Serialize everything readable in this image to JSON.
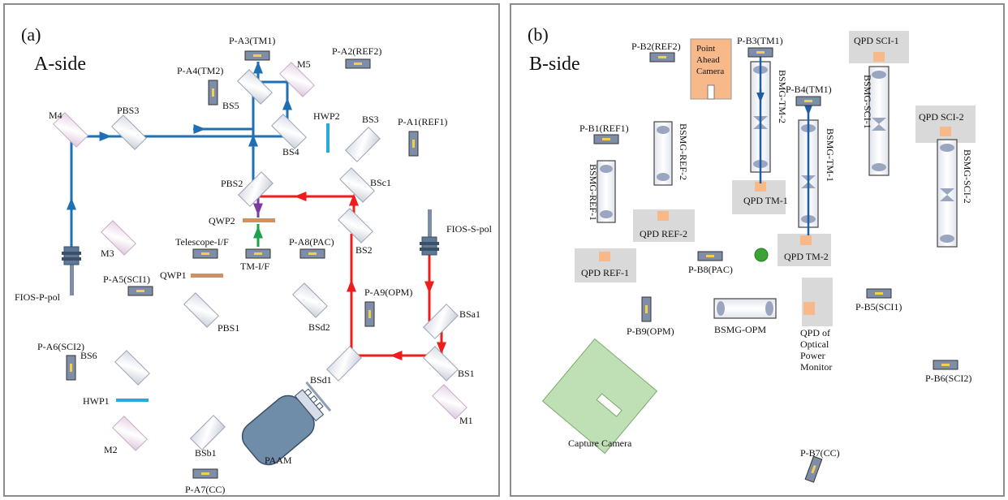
{
  "colors": {
    "beam_blue": "#1f6fb3",
    "beam_red": "#ee1c1c",
    "beam_purple": "#7b3aa0",
    "beam_green": "#1aa34a",
    "waveplate_orange": "#d68f5a",
    "hwp_cyan": "#2aa9df",
    "photodiode": "#7f8ea8",
    "qpd_gray": "#d9d9d9",
    "qpd_sensor": "#f7b98a",
    "camera_orange": "#f7b98a",
    "capture_green": "#bfe0b4",
    "paam": "#6f8da8",
    "target_dot": "#3aa533"
  },
  "panel_a": {
    "letter": "(a)",
    "title": "A-side",
    "labels": {
      "pa3": "P-A3(TM1)",
      "pa2": "P-A2(REF2)",
      "pa4": "P-A4(TM2)",
      "m5": "M5",
      "bs5": "BS5",
      "m4": "M4",
      "pbs3": "PBS3",
      "hwp2": "HWP2",
      "bs3": "BS3",
      "pa1": "P-A1(REF1)",
      "bs4": "BS4",
      "pbs2": "PBS2",
      "bsc1": "BSc1",
      "qwp2": "QWP2",
      "bs2": "BS2",
      "fios_s": "FIOS-S-pol",
      "m3": "M3",
      "telescope": "Telescope-I/F",
      "pa8": "P-A8(PAC)",
      "tmif": "TM-I/F",
      "qwp1": "QWP1",
      "fios_p": "FIOS-P-pol",
      "pa5": "P-A5(SCI1)",
      "pa9": "P-A9(OPM)",
      "pbs1": "PBS1",
      "bsd2": "BSd2",
      "bsa1": "BSa1",
      "pa6": "P-A6(SCI2)",
      "bs6": "BS6",
      "bsd1": "BSd1",
      "bs1": "BS1",
      "hwp1": "HWP1",
      "m1": "M1",
      "m2": "M2",
      "bsb1": "BSb1",
      "paam": "PAAM",
      "pa7": "P-A7(CC)"
    }
  },
  "panel_b": {
    "letter": "(b)",
    "title": "B-side",
    "labels": {
      "pb2": "P-B2(REF2)",
      "pac_cam_1": "Point",
      "pac_cam_2": "Ahead",
      "pac_cam_3": "Camera",
      "pb3": "P-B3(TM1)",
      "qpd_sci1": "QPD SCI-1",
      "pb4": "P-B4(TM1)",
      "bsmg_tm2": "BSMG-TM-2",
      "bsmg_sci1": "BSMG-SCI-1",
      "qpd_sci2": "QPD SCI-2",
      "pb1": "P-B1(REF1)",
      "bsmg_ref2": "BSMG-REF-2",
      "bsmg_tm1": "BSMG-TM-1",
      "bsmg_sci2": "BSMG-SCI-2",
      "bsmg_ref1": "BSMG-REF-1",
      "qpd_tm1": "QPD TM-1",
      "qpd_ref2": "QPD REF-2",
      "qpd_tm2": "QPD TM-2",
      "qpd_ref1": "QPD REF-1",
      "pb8": "P-B8(PAC)",
      "pb5": "P-B5(SCI1)",
      "pb9": "P-B9(OPM)",
      "bsmg_opm": "BSMG-OPM",
      "qpd_opm_1": "QPD of",
      "qpd_opm_2": "Optical",
      "qpd_opm_3": "Power",
      "qpd_opm_4": "Monitor",
      "pb6": "P-B6(SCI2)",
      "capture": "Capture Camera",
      "pb7": "P-B7(CC)"
    }
  }
}
